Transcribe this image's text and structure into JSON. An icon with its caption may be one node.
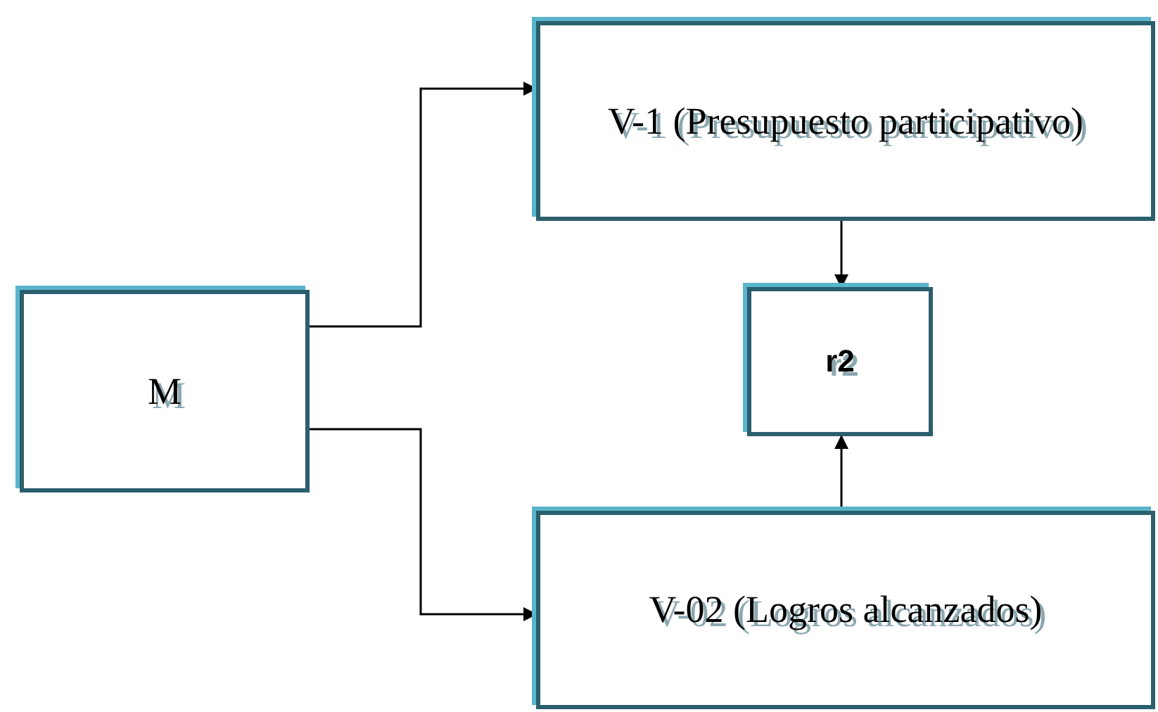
{
  "diagram": {
    "nodes": [
      {
        "text": [
          "M"
        ]
      },
      {
        "text": [
          "V-1 (Presupuesto participativo)"
        ]
      },
      {
        "text": [
          "r2"
        ]
      },
      {
        "text": [
          "V-02 (Logros alcanzados)"
        ]
      }
    ],
    "edges": [
      {
        "from": 0,
        "to": 1,
        "arrow": "to"
      },
      {
        "from": 0,
        "to": 3,
        "arrow": "to"
      },
      {
        "from": 1,
        "to": 2,
        "arrow": "to"
      },
      {
        "from": 3,
        "to": 2,
        "arrow": "to"
      }
    ]
  }
}
